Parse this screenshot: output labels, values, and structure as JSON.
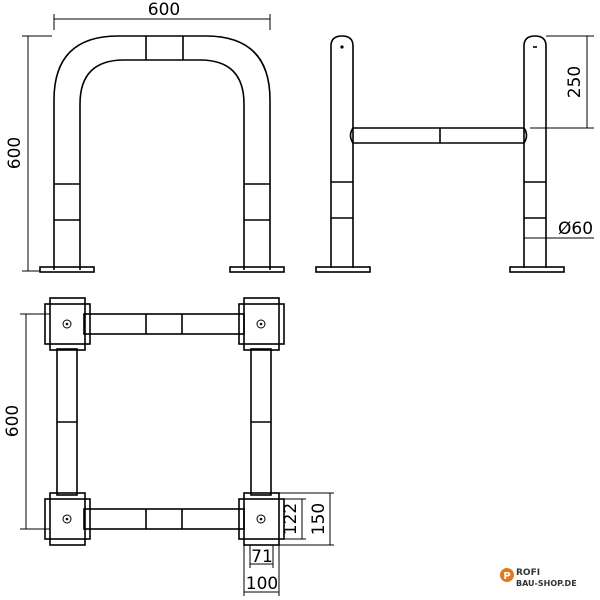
{
  "drawing": {
    "front_width": "600",
    "front_height": "600",
    "side_height_upper": "250",
    "side_diameter": "Ø60",
    "plan_depth": "600",
    "plate_122": "122",
    "plate_150": "150",
    "plate_71": "71",
    "plate_100": "100"
  },
  "logo": {
    "top": "ROFI",
    "bottom": "BAU-SHOP.DE",
    "brand_color": "#e07a1f"
  }
}
